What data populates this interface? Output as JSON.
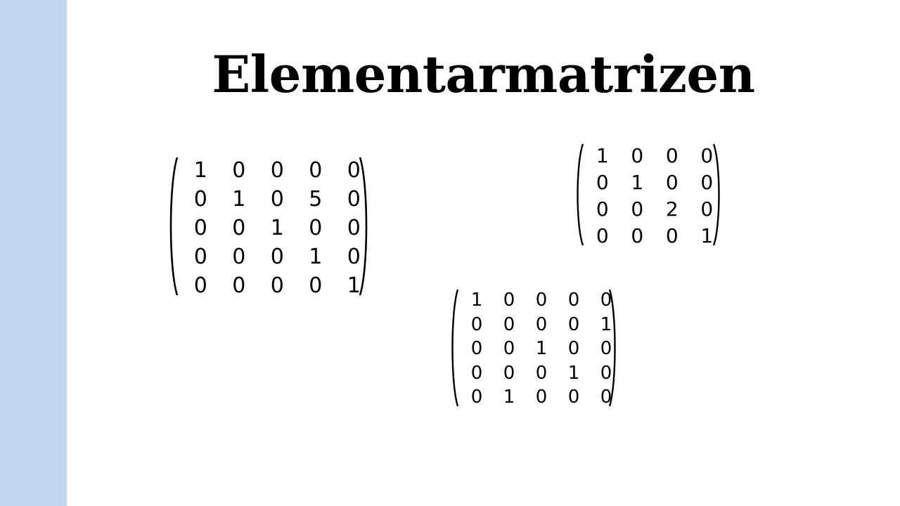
{
  "slide": {
    "title": "Elementarmatrizen",
    "accent_color": "#c1d6ee",
    "background_color": "#ffffff",
    "text_color": "#000000"
  },
  "matrices": {
    "a": {
      "rows": [
        [
          "1",
          "0",
          "0",
          "0",
          "0"
        ],
        [
          "0",
          "1",
          "0",
          "5",
          "0"
        ],
        [
          "0",
          "0",
          "1",
          "0",
          "0"
        ],
        [
          "0",
          "0",
          "0",
          "1",
          "0"
        ],
        [
          "0",
          "0",
          "0",
          "0",
          "1"
        ]
      ]
    },
    "b": {
      "rows": [
        [
          "1",
          "0",
          "0",
          "0"
        ],
        [
          "0",
          "1",
          "0",
          "0"
        ],
        [
          "0",
          "0",
          "2",
          "0"
        ],
        [
          "0",
          "0",
          "0",
          "1"
        ]
      ]
    },
    "c": {
      "rows": [
        [
          "1",
          "0",
          "0",
          "0",
          "0"
        ],
        [
          "0",
          "0",
          "0",
          "0",
          "1"
        ],
        [
          "0",
          "0",
          "1",
          "0",
          "0"
        ],
        [
          "0",
          "0",
          "0",
          "1",
          "0"
        ],
        [
          "0",
          "1",
          "0",
          "0",
          "0"
        ]
      ]
    }
  }
}
